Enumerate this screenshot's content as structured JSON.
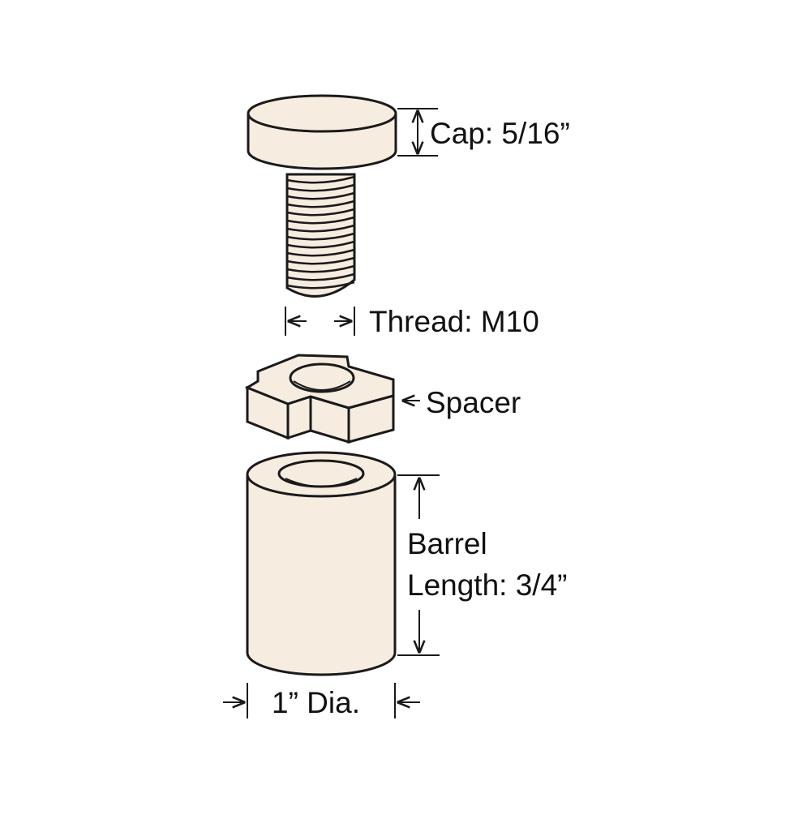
{
  "labels": {
    "cap": "Cap: 5/16”",
    "thread": "Thread: M10",
    "spacer": "Spacer",
    "barrel_line1": "Barrel",
    "barrel_line2": "Length: 3/4”",
    "diameter": "1” Dia."
  },
  "colors": {
    "fill": "#f6ece0",
    "stroke": "#1a1a1a",
    "background": "#ffffff"
  }
}
